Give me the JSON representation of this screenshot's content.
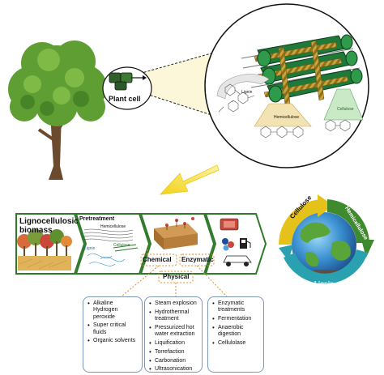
{
  "top": {
    "plant_cell_label": "Plant cell",
    "lignin_label": "Lignin",
    "hemicellulose_label": "Hemicellulose",
    "cellulose_label": "Cellulose"
  },
  "process": {
    "biomass_title_line1": "Lignocellulosic",
    "biomass_title_line2": "biomass",
    "pretreatment_label": "Pretreatment",
    "hemicellulose_label": "Hemicellulose",
    "lignin_label": "Lignin",
    "cellulose_label": "Cellulose",
    "chemical_label": "Chemical",
    "enzymatic_label": "Enzymatic",
    "physical_label": "Physical"
  },
  "cycle": {
    "cellulose": "Cellulose",
    "hemicellulose": "Hemicellulose",
    "lignin": "Lignin",
    "colors": {
      "cellulose": "#e5c21a",
      "hemicellulose": "#3f8a2e",
      "lignin": "#2aa1b0"
    }
  },
  "lists": {
    "chemical": [
      "Alkaline Hydrogen peroxide",
      "Super critical fluids",
      "Organic solvents"
    ],
    "physical": [
      "Steam explosion",
      "Hydrothermal treatment",
      "Pressurized hot water extraction",
      "Liquification",
      "Torrefaction",
      "Carbonation",
      "Ultrasonication"
    ],
    "enzymatic": [
      "Enzymatic treatments",
      "Fermentation",
      "Anaerobic digestion",
      "Cellulolase"
    ]
  }
}
